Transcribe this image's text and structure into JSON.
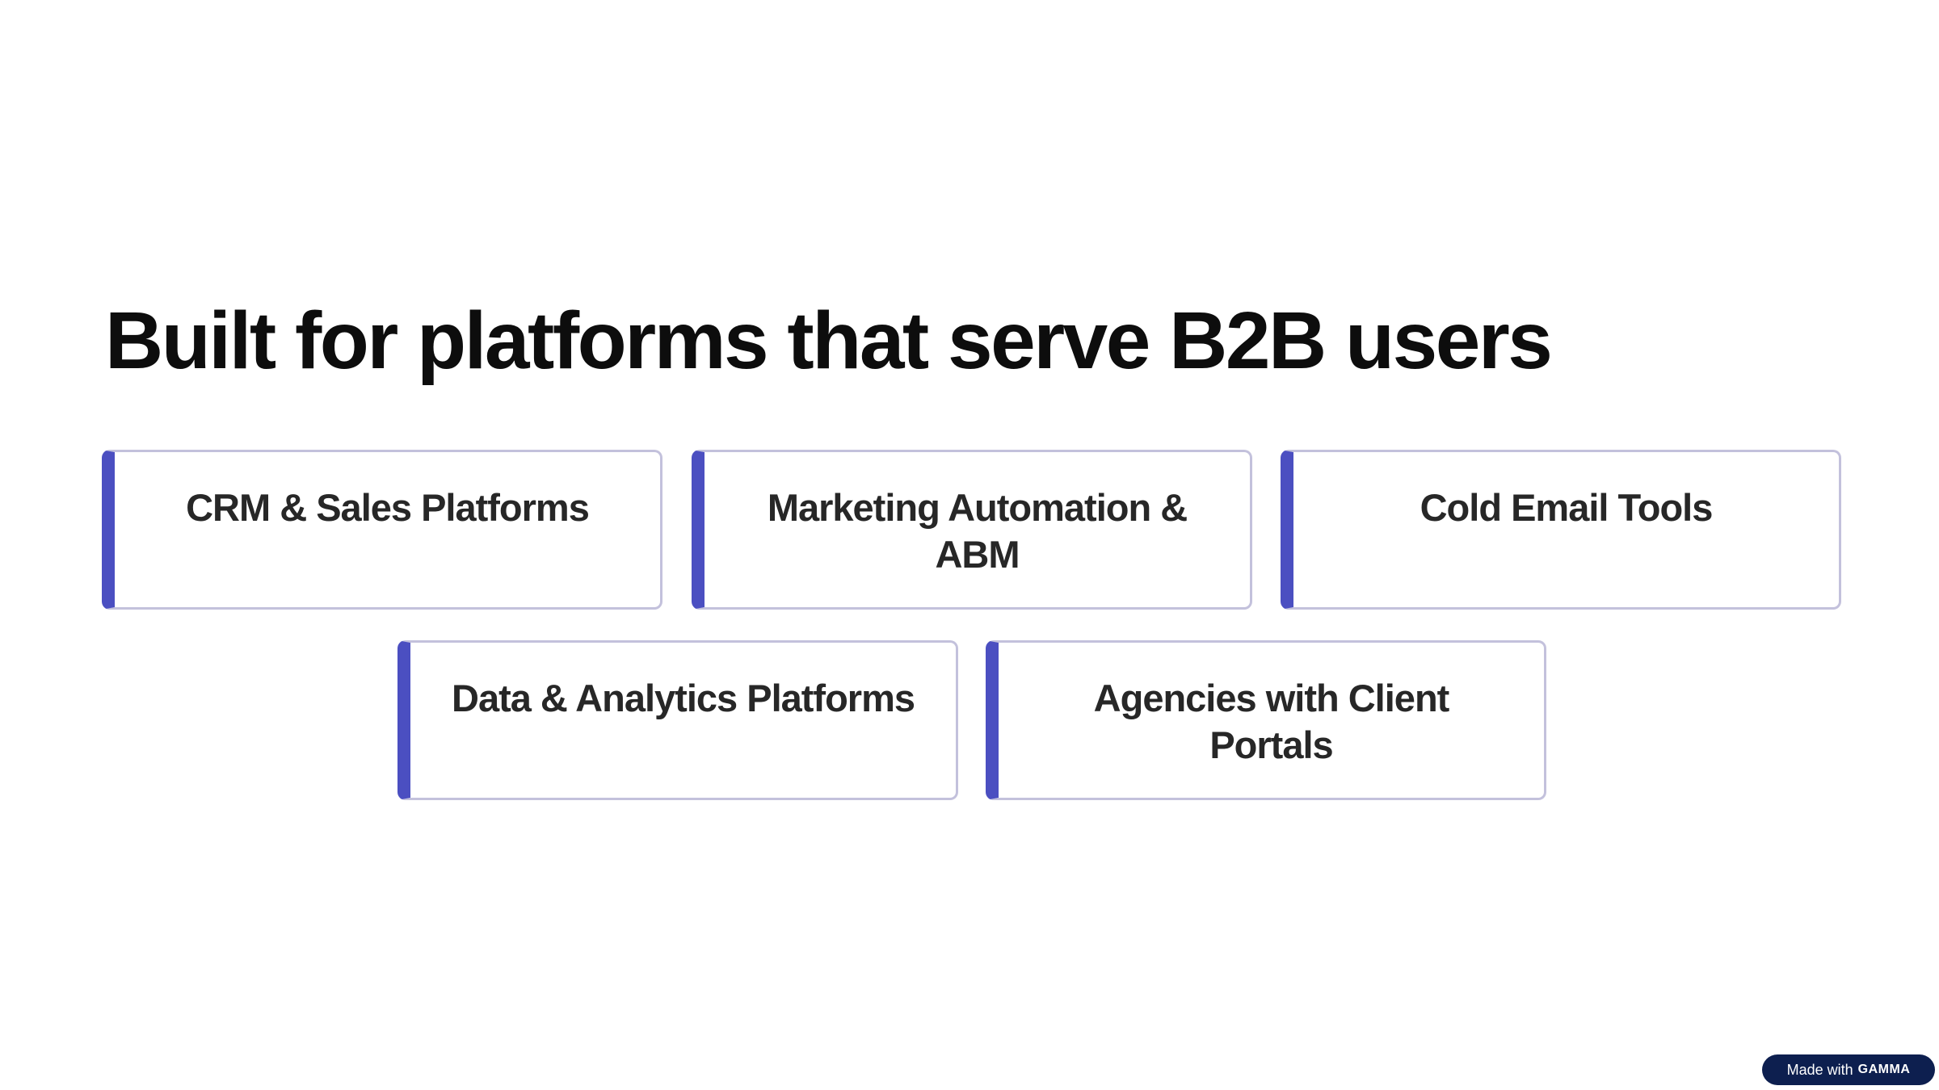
{
  "slide": {
    "title": "Built for platforms that serve B2B users",
    "cards": [
      {
        "label": "CRM & Sales Platforms"
      },
      {
        "label": "Marketing Automation & ABM"
      },
      {
        "label": "Cold Email Tools"
      },
      {
        "label": "Data & Analytics Platforms"
      },
      {
        "label": "Agencies with Client Portals"
      }
    ]
  },
  "badge": {
    "prefix": "Made with",
    "brand": "GAMMA"
  },
  "colors": {
    "accent": "#4b4fc1",
    "card_border": "#c3c1dc",
    "title": "#0d0d0d",
    "card_text": "#272727",
    "badge_bg": "#0d1f4f"
  }
}
